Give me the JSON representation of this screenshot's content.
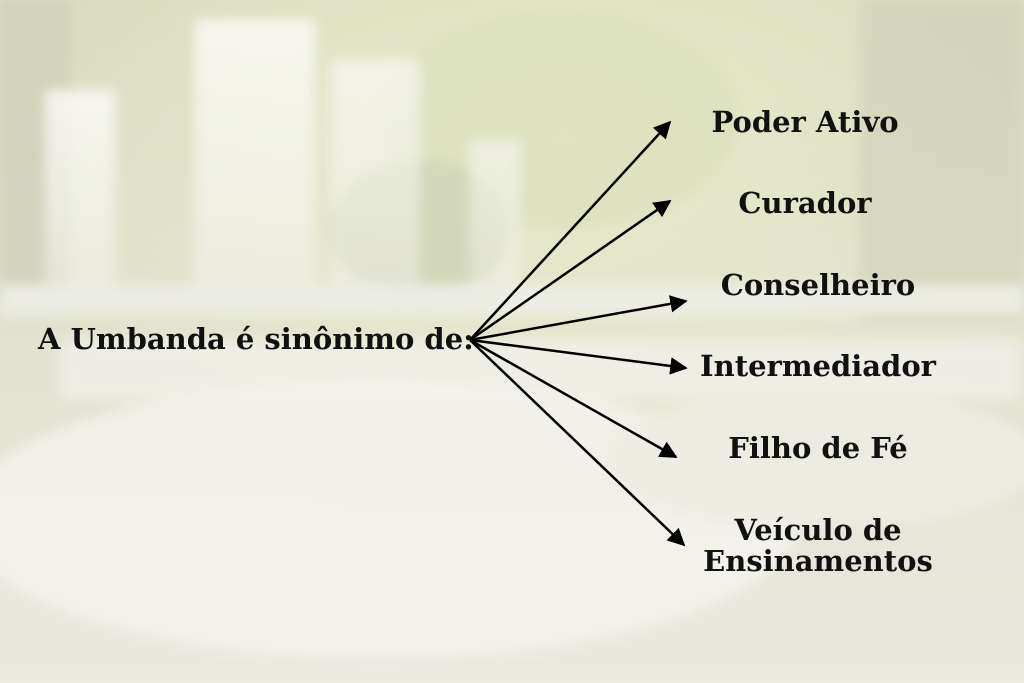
{
  "colors": {
    "text": "#111111",
    "arrow": "#000000",
    "overlay": "#f3f2ea"
  },
  "source": {
    "label": "A Umbanda é sinônimo de:"
  },
  "targets": [
    {
      "label": "Poder Ativo"
    },
    {
      "label": "Curador"
    },
    {
      "label": "Conselheiro"
    },
    {
      "label": "Intermediador"
    },
    {
      "label": "Filho de Fé"
    },
    {
      "label_line1": "Veículo de",
      "label_line2": "Ensinamentos"
    }
  ]
}
